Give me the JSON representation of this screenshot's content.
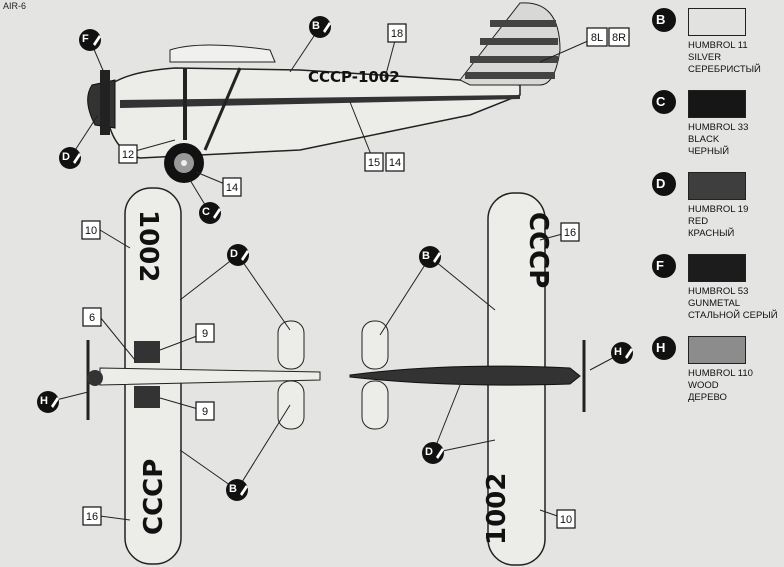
{
  "sheet_id": "AIR-6",
  "registration": "CCCP-1002",
  "registration_top": "CCCP",
  "registration_num": "1002",
  "callouts": {
    "side": [
      "F",
      "B",
      "D",
      "C"
    ],
    "top": [
      "D",
      "H",
      "B"
    ],
    "bottom": [
      "B",
      "D",
      "H"
    ]
  },
  "decals": {
    "side": [
      "18",
      "8L",
      "8R",
      "12",
      "15",
      "14",
      "14"
    ],
    "top": [
      "10",
      "6",
      "9",
      "9",
      "16"
    ],
    "bottom": [
      "16",
      "10"
    ]
  },
  "legend": [
    {
      "code": "B",
      "humbrol": "HUMBROL 11",
      "en": "SILVER",
      "ru": "СЕРЕБРИСТЫЙ",
      "color": "#e2e2e0"
    },
    {
      "code": "C",
      "humbrol": "HUMBROL 33",
      "en": "BLACK",
      "ru": "ЧЕРНЫЙ",
      "color": "#161616"
    },
    {
      "code": "D",
      "humbrol": "HUMBROL 19",
      "en": "RED",
      "ru": "КРАСНЫЙ",
      "color": "#3e3e3e"
    },
    {
      "code": "F",
      "humbrol": "HUMBROL 53",
      "en": "GUNMETAL",
      "ru": "СТАЛЬНОЙ СЕРЫЙ",
      "color": "#1c1c1c"
    },
    {
      "code": "H",
      "humbrol": "HUMBROL 110",
      "en": "WOOD",
      "ru": "ДЕРЕВО",
      "color": "#8c8c8c"
    }
  ]
}
